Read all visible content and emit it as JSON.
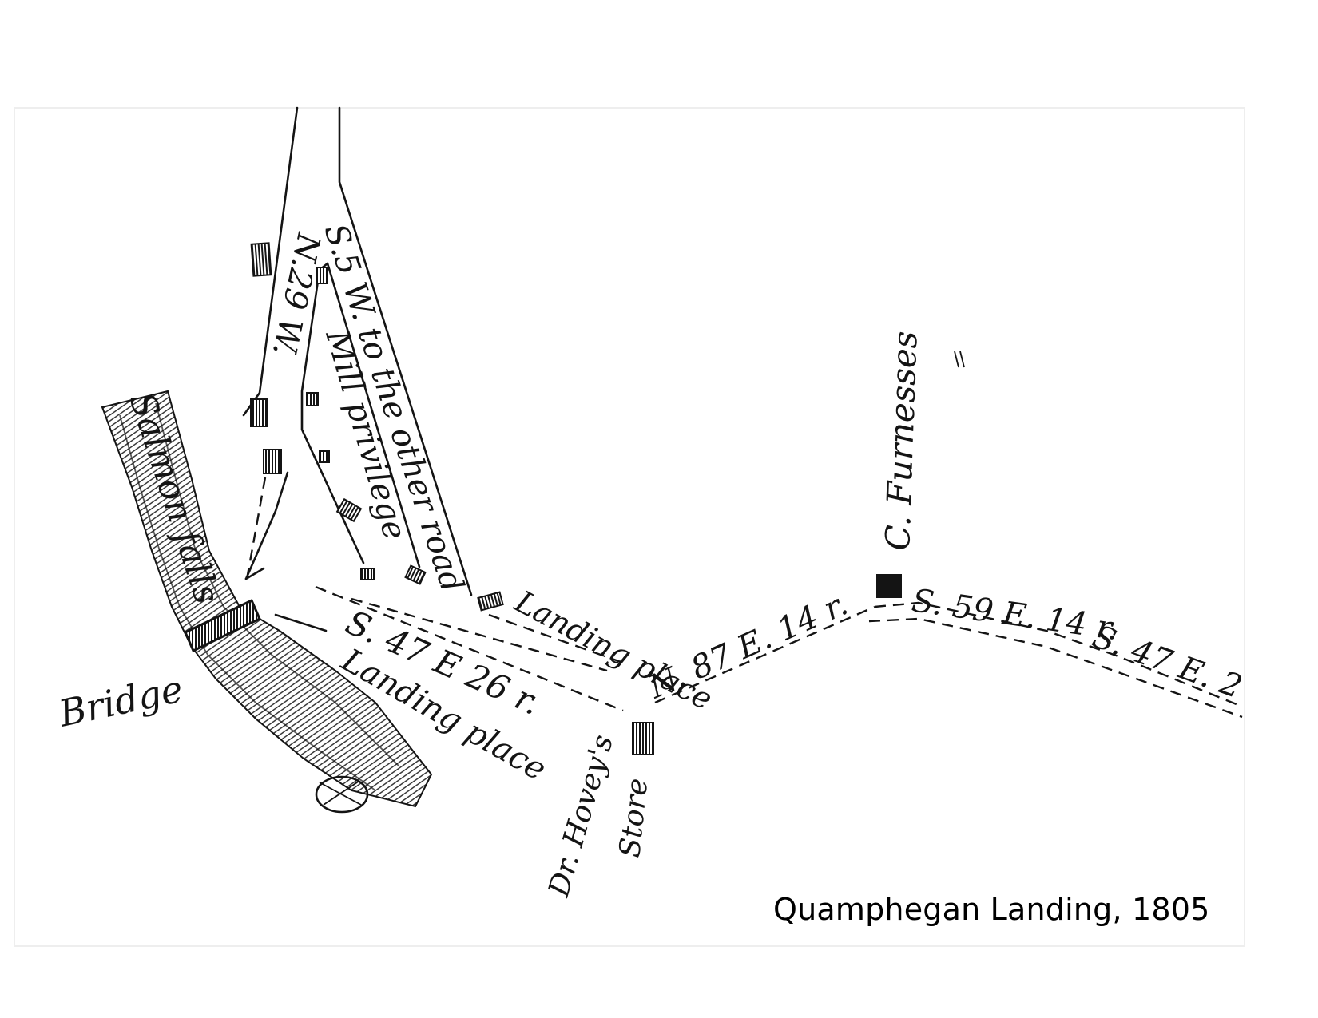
{
  "caption": "Quamphegan Landing, 1805",
  "labels": {
    "bridge": "Bridge",
    "salmon_falls": "Salmon falls",
    "road_course_1": "S.5 W. to the other road",
    "road_course_2": "N.29 W.",
    "mill_privilege": "Mill privilege",
    "landing_place_1": "Landing place",
    "landing_place_2": "Landing place",
    "course_s47_e26": "S. 47 E 26 r.",
    "course_n87_e14": "N. 87 E. 14 r.",
    "course_s59_e14": "S. 59 E. 14 r.",
    "course_s47_e2": "S. 47 E. 2",
    "c_furnesses": "C. Furnesses",
    "dr_hoveys_store_1": "Dr. Hovey's",
    "dr_hoveys_store_2": "Store"
  },
  "colors": {
    "ink": "#141414",
    "paper": "#ffffff",
    "river_shade": "#5a5a5a"
  }
}
